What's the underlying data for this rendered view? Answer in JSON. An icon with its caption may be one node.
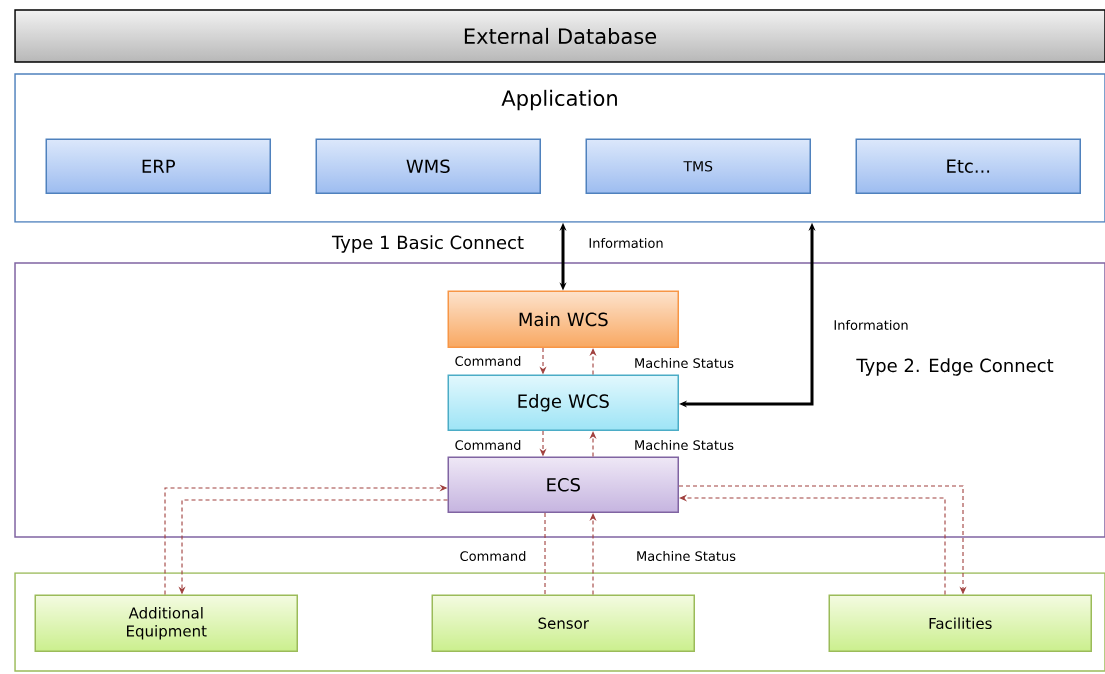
{
  "diagram": {
    "nodes": [
      {
        "text": [
          "External Database"
        ]
      },
      {
        "text": [
          "Application"
        ]
      },
      {
        "text": [
          "ERP"
        ],
        "in": 1
      },
      {
        "text": [
          "WMS"
        ],
        "in": 1
      },
      {
        "text": [
          "TMS"
        ],
        "in": 1
      },
      {
        "text": [
          "Etc..."
        ],
        "in": 1
      },
      {
        "text": [],
        "shape": "box"
      },
      {
        "text": [
          "Main WCS"
        ],
        "in": 6
      },
      {
        "text": [
          "Edge WCS"
        ],
        "in": 6
      },
      {
        "text": [
          "ECS"
        ],
        "in": 6
      },
      {
        "text": [],
        "shape": "box"
      },
      {
        "text": [
          "Additional Equipment"
        ],
        "in": 10
      },
      {
        "text": [
          "Sensor"
        ],
        "in": 10
      },
      {
        "text": [
          "Facilities"
        ],
        "in": 10
      }
    ],
    "edges": [
      {
        "from": 1,
        "to": 7,
        "arrow": "both",
        "label": "Information",
        "style": "thick",
        "color": "#000000"
      },
      {
        "from": 8,
        "to": 1,
        "arrow": "both",
        "label": "Information",
        "style": "thick",
        "color": "#000000"
      },
      {
        "from": 7,
        "to": 8,
        "arrow": "to",
        "label": "Command",
        "style": "dashed"
      },
      {
        "from": 8,
        "to": 7,
        "arrow": "to",
        "label": "Machine Status",
        "style": "dashed"
      },
      {
        "from": 8,
        "to": 9,
        "arrow": "to",
        "label": "Command",
        "style": "dashed"
      },
      {
        "from": 9,
        "to": 8,
        "arrow": "to",
        "label": "Machine Status",
        "style": "dashed"
      },
      {
        "from": 11,
        "to": 9,
        "arrow": "to",
        "style": "dashed"
      },
      {
        "from": 9,
        "to": 11,
        "arrow": "to",
        "style": "dashed"
      },
      {
        "from": 9,
        "to": 13,
        "arrow": "to",
        "style": "dashed"
      },
      {
        "from": 13,
        "to": 9,
        "arrow": "to",
        "style": "dashed"
      },
      {
        "from": 9,
        "to": 12,
        "arrow": "none",
        "label": "Command",
        "style": "dashed"
      },
      {
        "from": 12,
        "to": 9,
        "arrow": "to",
        "label": "Machine Status",
        "style": "dashed"
      }
    ],
    "labels": [
      "Type 1 Basic Connect",
      "Type 2. Edge Connect"
    ]
  }
}
